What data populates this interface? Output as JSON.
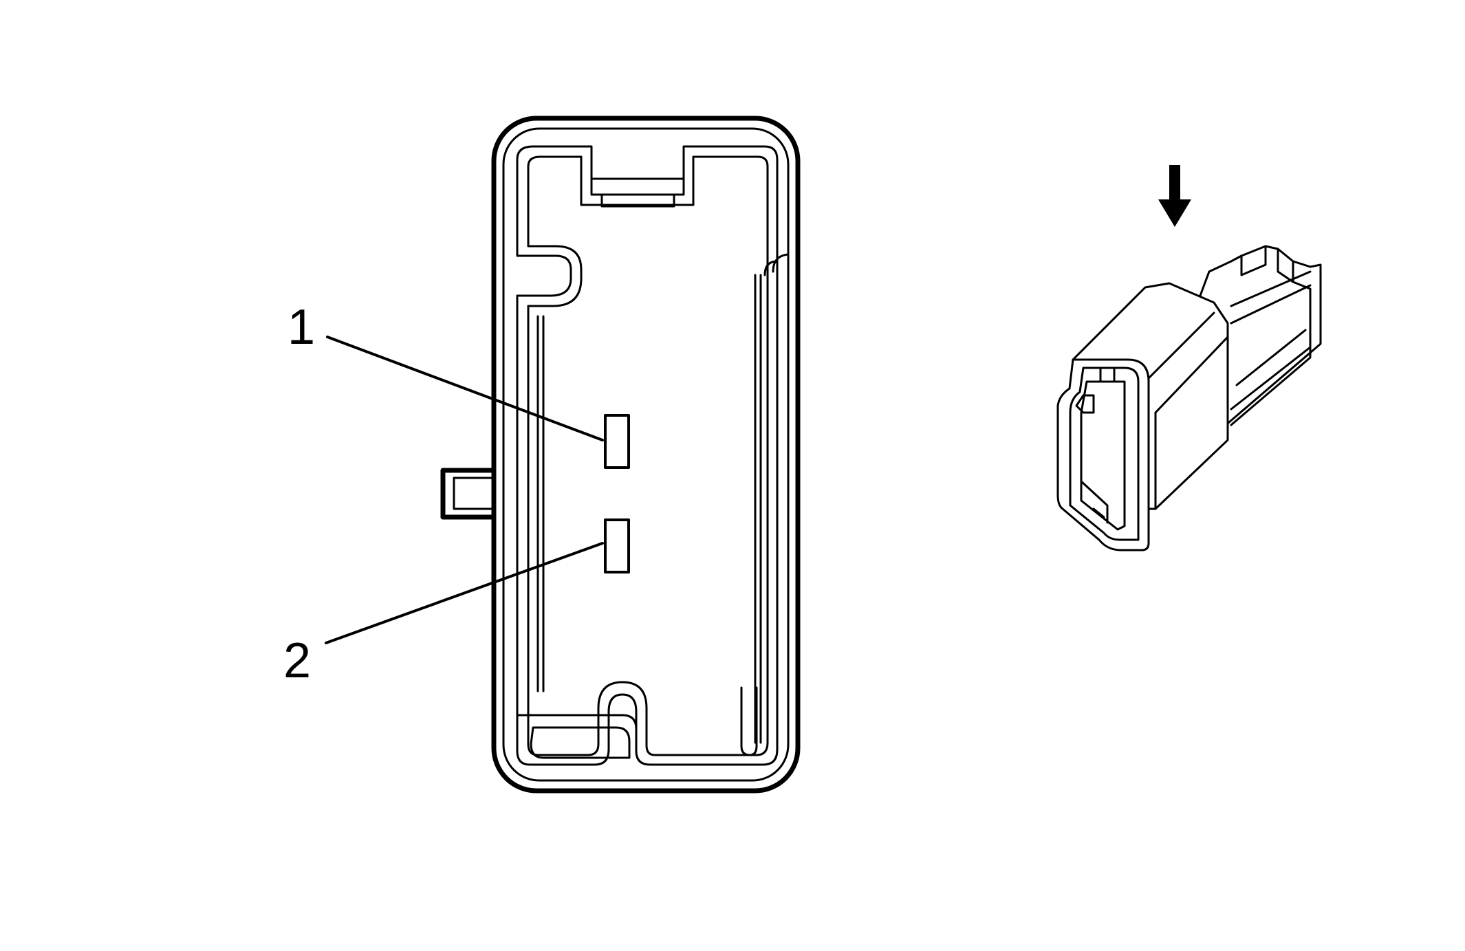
{
  "diagram": {
    "callouts": [
      {
        "label": "1",
        "target": "terminal-1"
      },
      {
        "label": "2",
        "target": "terminal-2"
      }
    ],
    "colors": {
      "line": "#000000",
      "background": "#ffffff"
    },
    "icons": {
      "direction_arrow": "down-arrow-icon"
    }
  }
}
